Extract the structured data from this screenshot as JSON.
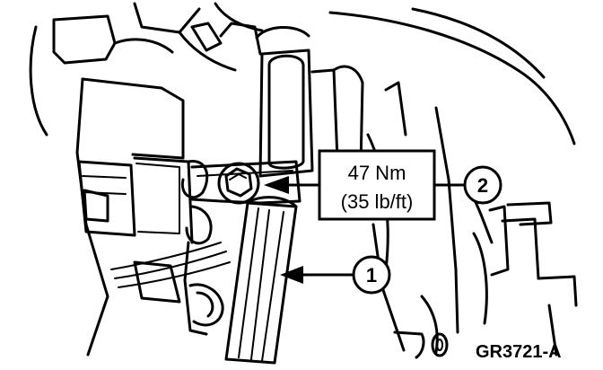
{
  "callouts": [
    {
      "id": "torque",
      "lines": [
        "47 Nm",
        "(35 lb/ft)"
      ]
    },
    {
      "id": "callout-1",
      "label": "1"
    },
    {
      "id": "callout-2",
      "label": "2"
    }
  ],
  "figure_code": "GR3721-A",
  "colors": {
    "line": "#000000",
    "background": "#ffffff"
  }
}
